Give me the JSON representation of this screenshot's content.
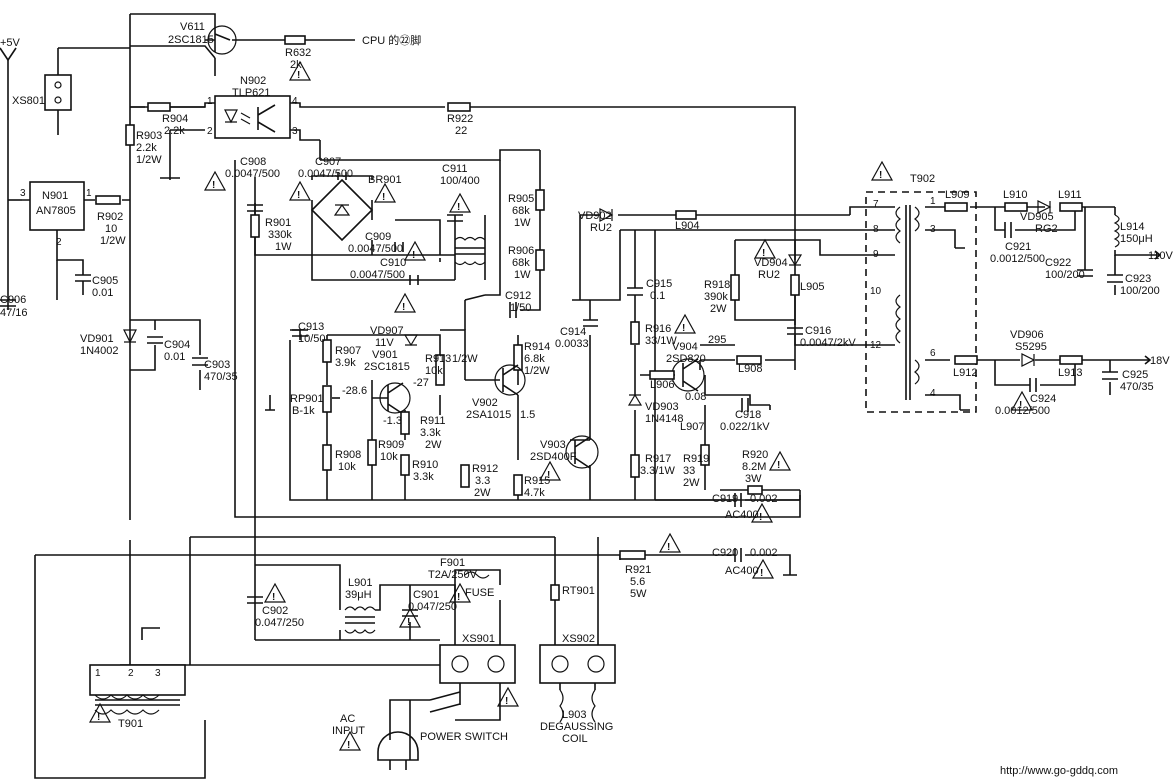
{
  "supply_label": "+5V",
  "cpu_note": "CPU 的㉒脚",
  "footer_url": "http://www.go-gddq.com",
  "components": {
    "xs801": "XS801",
    "v611": [
      "V611",
      "2SC1815"
    ],
    "r632": [
      "R632",
      "2k"
    ],
    "n902": [
      "N902",
      "TLP621"
    ],
    "r904": [
      "R904",
      "2.2k"
    ],
    "r903": [
      "R903",
      "2.2k",
      "1/2W"
    ],
    "r922": [
      "R922",
      "22"
    ],
    "n901": [
      "N901",
      "AN7805"
    ],
    "r902": [
      "R902",
      "10",
      "1/2W"
    ],
    "c905": [
      "C905",
      "0.01"
    ],
    "c906": [
      "C906",
      "47/16"
    ],
    "vd901": [
      "VD901",
      "1N4002"
    ],
    "c904": [
      "C904",
      "0.01"
    ],
    "c903": [
      "C903",
      "470/35"
    ],
    "c908": [
      "C908",
      "0.0047/500"
    ],
    "c907": [
      "C907",
      "0.0047/500"
    ],
    "br901": "BR901",
    "r901": [
      "R901",
      "330k",
      "1W"
    ],
    "c909": [
      "C909",
      "0.0047/500"
    ],
    "c910": [
      "C910",
      "0.0047/500"
    ],
    "c911": [
      "C911",
      "100/400"
    ],
    "r905": [
      "R905",
      "68k",
      "1W"
    ],
    "r906": [
      "R906",
      "68k",
      "1W"
    ],
    "c912": [
      "C912",
      "1/50"
    ],
    "vd902": [
      "VD902",
      "RU2"
    ],
    "l904": "L904",
    "c915": [
      "C915",
      "0.1"
    ],
    "vd904": [
      "VD904",
      "RU2"
    ],
    "r918": [
      "R918",
      "390k",
      "2W"
    ],
    "l905": "L905",
    "r916": [
      "R916",
      "33/1W"
    ],
    "c916": [
      "C916",
      "0.0047/2kV"
    ],
    "c913": [
      "C913",
      "10/50"
    ],
    "r907": [
      "R907",
      "3.9k"
    ],
    "vd907": [
      "VD907",
      "11V"
    ],
    "v901": [
      "V901",
      "2SC1815"
    ],
    "r913": [
      "R913",
      "10k",
      "1/2W"
    ],
    "r914": [
      "R914",
      "6.8k",
      "1/2W"
    ],
    "c914": [
      "C914",
      "0.0033"
    ],
    "v904": [
      "V904",
      "2SD820"
    ],
    "l908": "L908",
    "l906": "L906",
    "rp901": [
      "RP901",
      "B-1k"
    ],
    "r911": [
      "R911",
      "3.3k",
      "2W"
    ],
    "v902": [
      "V902",
      "2SA1015"
    ],
    "vd903": [
      "VD903",
      "1N4148"
    ],
    "c918": [
      "C918",
      "0.022/1kV"
    ],
    "l907": "L907",
    "r908": [
      "R908",
      "10k"
    ],
    "r909": [
      "R909",
      "10k"
    ],
    "r910": [
      "R910",
      "3.3k"
    ],
    "r912": [
      "R912",
      "3.3",
      "2W"
    ],
    "v903": [
      "V903",
      "2SD400F"
    ],
    "r915": [
      "R915",
      "4.7k"
    ],
    "r917": [
      "R917",
      "3.3/1W"
    ],
    "r919": [
      "R919",
      "33",
      "2W"
    ],
    "r920": [
      "R920",
      "8.2M",
      "3W"
    ],
    "c919": [
      "C919",
      "0.002",
      "AC400"
    ],
    "c920": [
      "C920",
      "0.002",
      "AC400"
    ],
    "r921": [
      "R921",
      "5.6",
      "5W"
    ],
    "t902": "T902",
    "l909": "L909",
    "l910": "L910",
    "l911": "L911",
    "vd905": [
      "VD905",
      "RG2"
    ],
    "l914": [
      "L914",
      "150μH"
    ],
    "c921": [
      "C921",
      "0.0012/500"
    ],
    "c922": [
      "C922",
      "100/200"
    ],
    "c923": [
      "C923",
      "100/200"
    ],
    "out_110": "110V",
    "vd906": [
      "VD906",
      "S5295"
    ],
    "l912": "L912",
    "l913": "L913",
    "c924": [
      "C924",
      "0.0012/500"
    ],
    "c925": [
      "C925",
      "470/35"
    ],
    "out_18": "18V",
    "f901": [
      "F901",
      "T2A/250V"
    ],
    "fuse": "FUSE",
    "l901": [
      "L901",
      "39μH"
    ],
    "c901": [
      "C901",
      "0.047/250"
    ],
    "c902": [
      "C902",
      "0.047/250"
    ],
    "rt901": "RT901",
    "xs901": "XS901",
    "xs902": "XS902",
    "t901": "T901",
    "ac_input": [
      "AC",
      "INPUT"
    ],
    "power_switch": "POWER SWITCH",
    "l903": [
      "L903",
      "DEGAUSSING",
      "COIL"
    ]
  },
  "pins": {
    "n902": [
      "4",
      "1",
      "2",
      "3"
    ],
    "n901": [
      "3",
      "1",
      "2"
    ],
    "t902": [
      "7",
      "8",
      "9",
      "10",
      "12",
      "1",
      "3",
      "6",
      "4"
    ],
    "t901": [
      "1",
      "2",
      "3"
    ]
  },
  "voltages": {
    "v295": "295",
    "v27": "-27",
    "v286": "-28.6",
    "v13": "-1.3",
    "v15": "1.5",
    "v008": "0.08"
  },
  "warning_symbol": "!"
}
